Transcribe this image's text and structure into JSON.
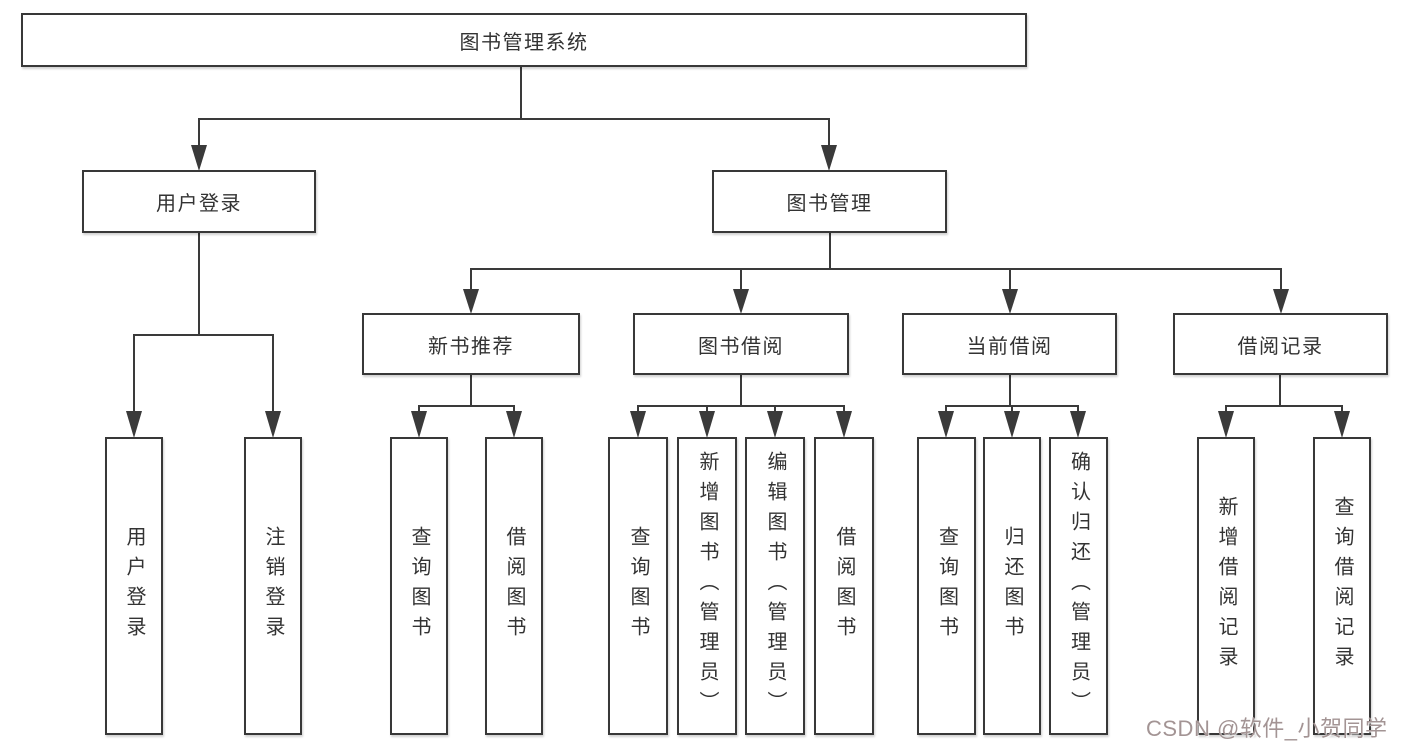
{
  "tree": {
    "label": "图书管理系统",
    "children": [
      {
        "label": "用户登录",
        "children": [
          {
            "label": "用户登录"
          },
          {
            "label": "注销登录"
          }
        ]
      },
      {
        "label": "图书管理",
        "children": [
          {
            "label": "新书推荐",
            "children": [
              {
                "label": "查询图书"
              },
              {
                "label": "借阅图书"
              }
            ]
          },
          {
            "label": "图书借阅",
            "children": [
              {
                "label": "查询图书"
              },
              {
                "label": "新增图书（管理员）"
              },
              {
                "label": "编辑图书（管理员）"
              },
              {
                "label": "借阅图书"
              }
            ]
          },
          {
            "label": "当前借阅",
            "children": [
              {
                "label": "查询图书"
              },
              {
                "label": "归还图书"
              },
              {
                "label": "确认归还（管理员）"
              }
            ]
          },
          {
            "label": "借阅记录",
            "children": [
              {
                "label": "新增借阅记录"
              },
              {
                "label": "查询借阅记录"
              }
            ]
          }
        ]
      }
    ]
  },
  "watermark": {
    "text": "CSDN @软件_小贺同学"
  },
  "colors": {
    "line": "#3a3a3a",
    "box_border": "#383838",
    "box_fill": "#ffffff",
    "text": "#333333",
    "watermark": "#a39494",
    "background": "#ffffff"
  }
}
